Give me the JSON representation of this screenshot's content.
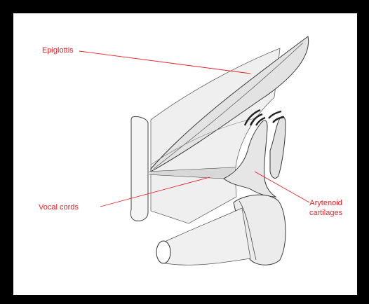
{
  "diagram": {
    "labels": {
      "epiglottis": "Epiglottis",
      "vocal_cords": "Vocal cords",
      "arytenoid_line1": "Arytenoid",
      "arytenoid_line2": "cartilages"
    },
    "colors": {
      "background": "#000000",
      "panel": "#ffffff",
      "label": "#e8232a",
      "leader_line": "#e8232a",
      "tissue_fill": "#eeeeee",
      "tissue_stroke": "#555555",
      "sound_waves": "#333333"
    }
  }
}
